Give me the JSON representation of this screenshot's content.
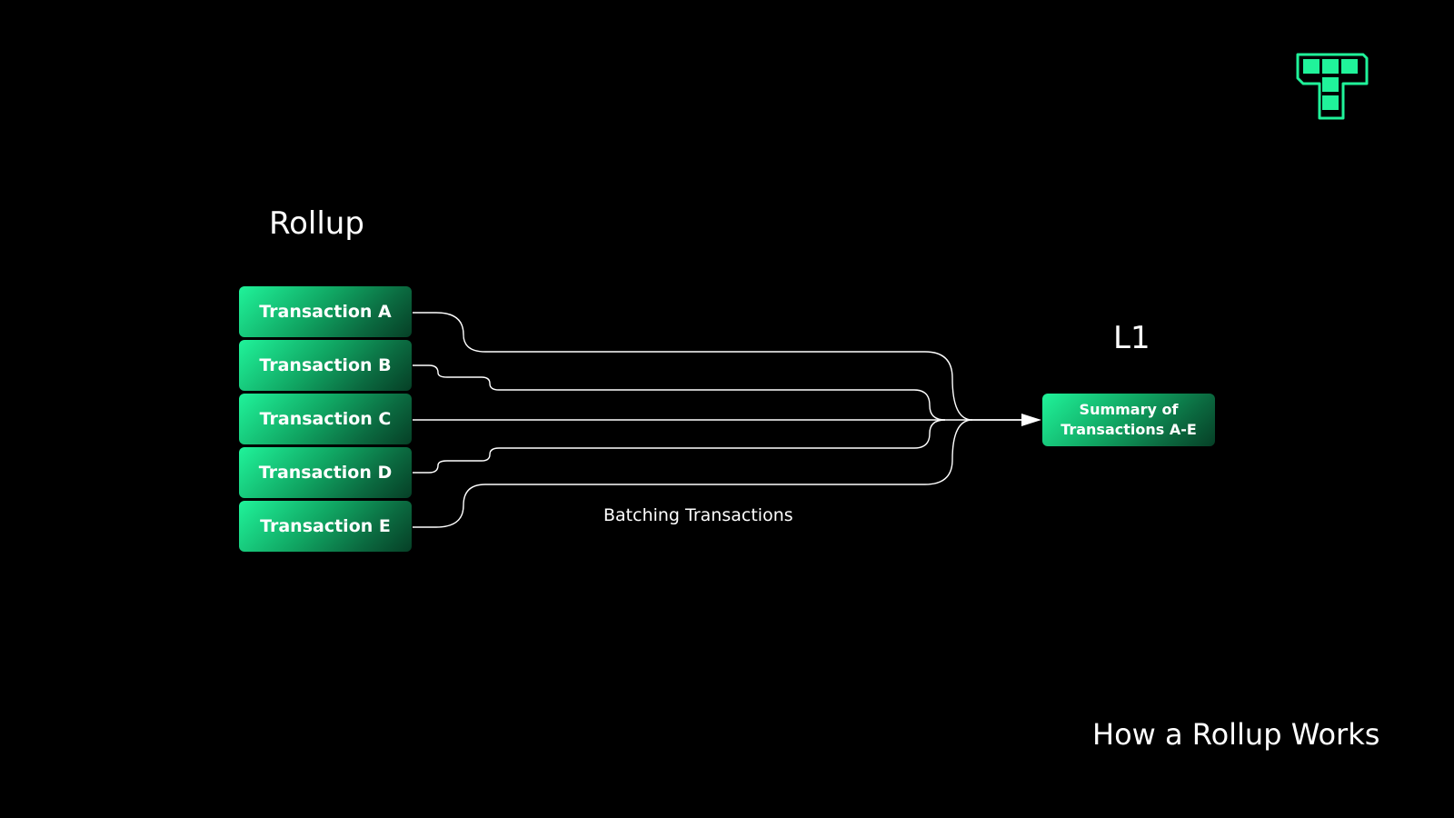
{
  "colors": {
    "background": "#000000",
    "accent": "#20f39a",
    "node_gradient_end": "#063f26",
    "connector": "#ffffff"
  },
  "logo": {
    "icon": "t-block-logo-icon"
  },
  "rollup": {
    "title": "Rollup",
    "transactions": [
      "Transaction A",
      "Transaction B",
      "Transaction C",
      "Transaction D",
      "Transaction E"
    ]
  },
  "l1": {
    "title": "L1",
    "summary_line1": "Summary of",
    "summary_line2": "Transactions A-E"
  },
  "edge_label": "Batching Transactions",
  "footer_title": "How a Rollup Works"
}
